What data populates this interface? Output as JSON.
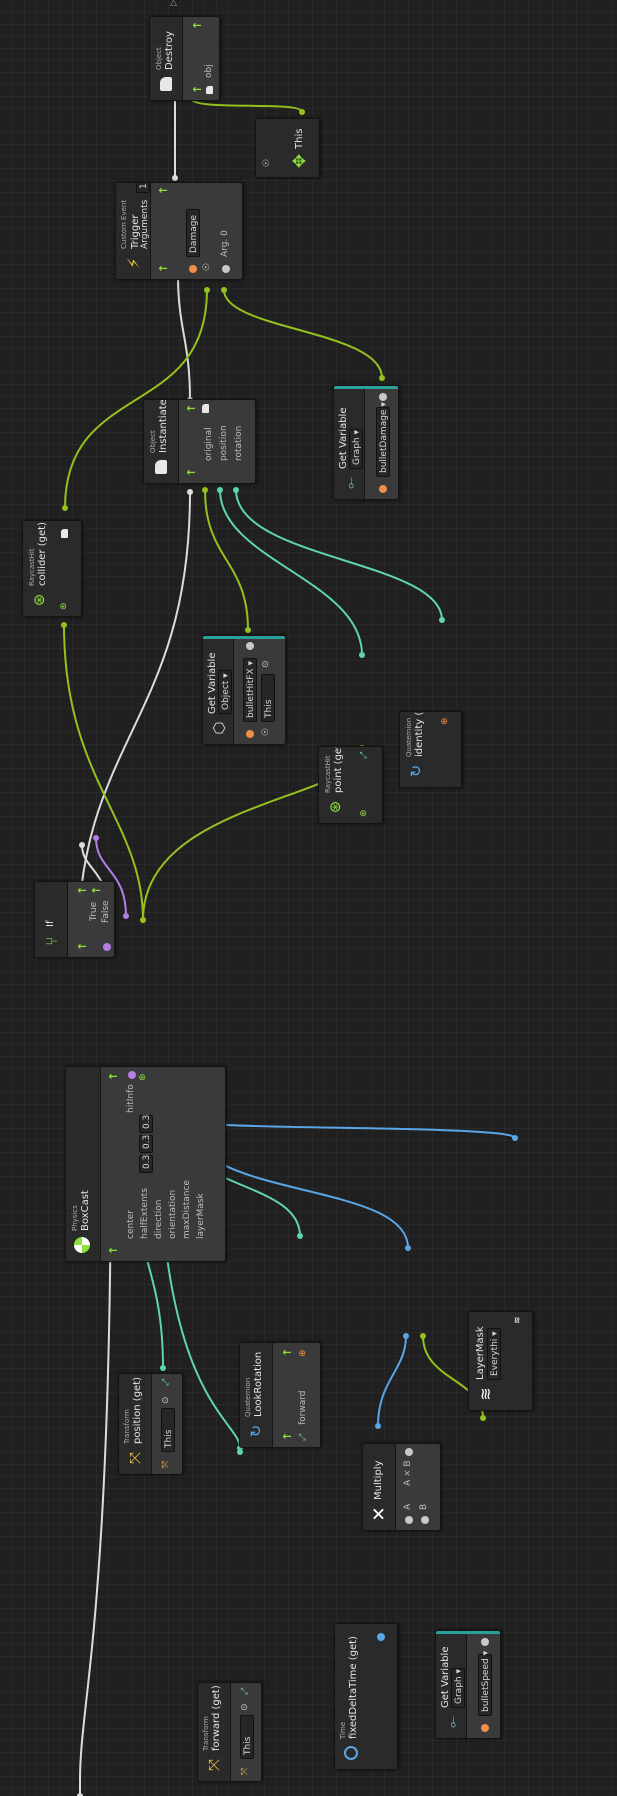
{
  "graph": {
    "colors": {
      "flow": "#8ee03c",
      "object": "#95c11f",
      "vector": "#5fd3b3",
      "float": "#5aa6e6",
      "bool": "#b47ee6",
      "control": "#dcdcdc",
      "orange": "#f08d48"
    },
    "nodes": {
      "destroy": {
        "kind": "Object",
        "title": "Destroy",
        "port_obj": "obj"
      },
      "this_top": {
        "title": "This"
      },
      "trigger": {
        "kind": "Custom Event",
        "title": "Trigger",
        "arguments_label": "Arguments",
        "arguments_count": "1",
        "event_name": "Damage",
        "arg0": "Arg. 0"
      },
      "instantiate": {
        "kind": "Object",
        "title": "Instantiate",
        "in_original": "original",
        "in_position": "position",
        "in_rotation": "rotation"
      },
      "get_bullet_damage": {
        "title": "Get Variable",
        "scope": "Graph",
        "var_name": "bulletDamage"
      },
      "collider_get": {
        "kind": "RaycastHit",
        "title": "collider (get)"
      },
      "get_bullet_hit_fx": {
        "title": "Get Variable",
        "scope": "Object",
        "var_name": "bulletHitFX",
        "target": "This"
      },
      "point_get": {
        "kind": "RaycastHit",
        "title": "point (get)"
      },
      "identity_get": {
        "kind": "Quaternion",
        "title": "identity (get)"
      },
      "if_node": {
        "title": "If",
        "out_true": "True",
        "out_false": "False"
      },
      "boxcast": {
        "kind": "Physics",
        "title": "BoxCast",
        "in_center": "center",
        "in_half_extents": "halfExtents",
        "in_direction": "direction",
        "in_orientation": "orientation",
        "in_max_distance": "maxDistance",
        "in_layer_mask": "layerMask",
        "out_hit_info": "hitInfo",
        "ext_x": "0.3",
        "ext_y": "0.3",
        "ext_z": "0.3"
      },
      "layermask": {
        "title": "LayerMask",
        "value": "Everythi"
      },
      "look_rotation": {
        "kind": "Quaternion",
        "title": "LookRotation",
        "in_forward": "forward"
      },
      "multiply": {
        "title": "Multiply",
        "in_a": "A",
        "in_b": "B",
        "out_ab": "A × B"
      },
      "position_get": {
        "kind": "Transform",
        "title": "position (get)",
        "target": "This"
      },
      "forward_get": {
        "kind": "Transform",
        "title": "forward (get)",
        "target": "This"
      },
      "fixed_delta": {
        "kind": "Time",
        "title": "fixedDeltaTime (get)"
      },
      "get_bullet_speed": {
        "title": "Get Variable",
        "scope": "Graph",
        "var_name": "bulletSpeed"
      }
    }
  }
}
